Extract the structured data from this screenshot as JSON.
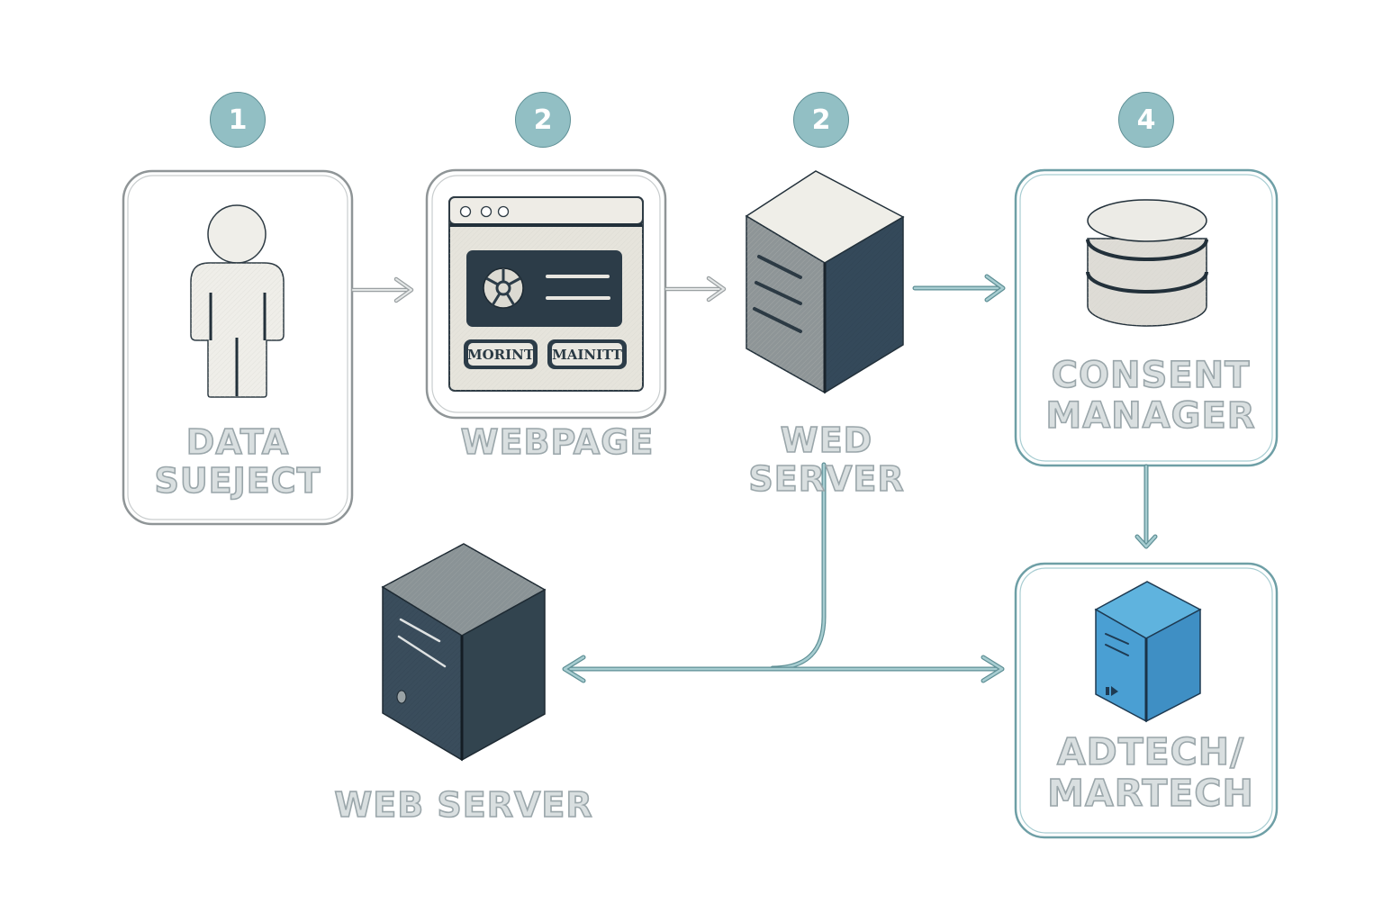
{
  "diagram": {
    "steps": [
      {
        "id": "step-1",
        "badge": "1",
        "label_lines": [
          "DATA",
          "SUEJECT"
        ],
        "icon": "person-icon"
      },
      {
        "id": "step-2",
        "badge": "2",
        "label_lines": [
          "WEBPAGE"
        ],
        "icon": "browser-window-icon"
      },
      {
        "id": "step-3",
        "badge": "2",
        "label_lines": [
          "WED SERVER"
        ],
        "icon": "server-icon"
      },
      {
        "id": "step-4",
        "badge": "4",
        "label_lines": [
          "CONSENT",
          "MANAGER"
        ],
        "icon": "database-icon"
      }
    ],
    "webpage": {
      "buttons": [
        "MORINT",
        "MAINITT"
      ]
    },
    "bottom_nodes": [
      {
        "id": "web-server-bottom",
        "label_lines": [
          "WEB SERVER"
        ],
        "icon": "server-tower-icon"
      },
      {
        "id": "adtech-martech",
        "label_lines": [
          "ADTECH/",
          "MARTECH"
        ],
        "icon": "server-tower-blue-icon"
      }
    ],
    "connections": [
      {
        "from": "DATA SUEJECT",
        "to": "WEBPAGE",
        "type": "arrow"
      },
      {
        "from": "WEBPAGE",
        "to": "WED SERVER",
        "type": "arrow"
      },
      {
        "from": "WED SERVER",
        "to": "CONSENT MANAGER",
        "type": "arrow"
      },
      {
        "from": "CONSENT MANAGER",
        "to": "ADTECH/MARTECH",
        "type": "arrow"
      },
      {
        "from": "WED SERVER",
        "to": "WEB SERVER",
        "type": "branch-arrow"
      },
      {
        "from": "WED SERVER",
        "to": "ADTECH/MARTECH",
        "type": "branch-arrow"
      }
    ],
    "colors": {
      "teal_accent": "#92bfc4",
      "teal_dark": "#5e8f95",
      "server_dark": "#34495a",
      "adtech_blue": "#4ea3d8",
      "label_fill": "#d9dfe0"
    }
  }
}
